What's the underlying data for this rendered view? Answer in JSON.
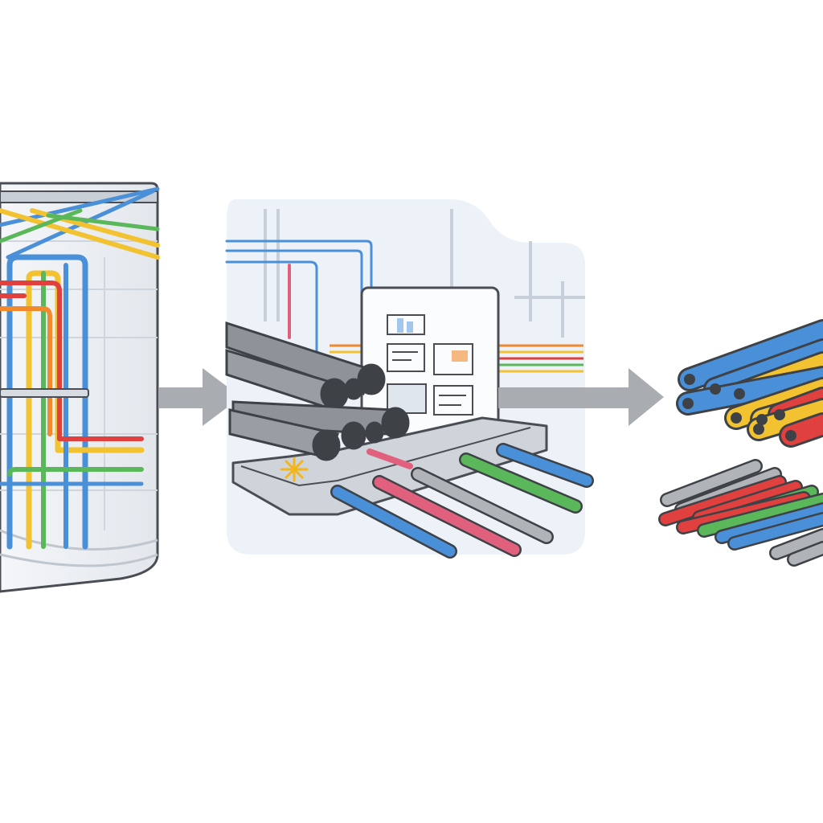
{
  "diagram": {
    "stages": [
      {
        "id": "installed-piping",
        "label": ""
      },
      {
        "id": "pipe-processing",
        "label": ""
      },
      {
        "id": "sorted-pipe-bundles",
        "label": ""
      }
    ],
    "arrows": 2,
    "colors": {
      "blue": "#4a90d9",
      "yellow": "#f2c230",
      "red": "#e0413f",
      "green": "#5bb85a",
      "pink": "#e0607e",
      "gray": "#9a9ea4",
      "darkgray": "#6e7277",
      "orange": "#f08a2c",
      "arrow": "#a9adb2",
      "panel": "#edf2f8",
      "outline": "#4a4e54"
    }
  }
}
